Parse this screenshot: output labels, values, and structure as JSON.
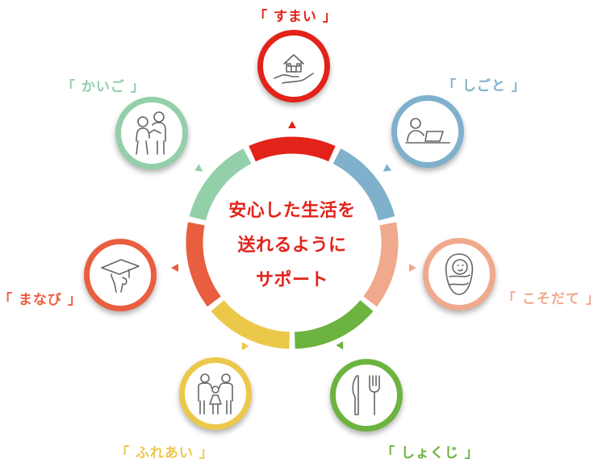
{
  "center": {
    "line1": "安心した生活を",
    "line2": "送れるように",
    "line3": "サポート"
  },
  "nodes": [
    {
      "key": "sumai",
      "label": "「 すまい 」",
      "color": "#e2231a",
      "icon": "house-hand-icon"
    },
    {
      "key": "shigoto",
      "label": "「 しごと 」",
      "color": "#7fb1cc",
      "icon": "laptop-worker-icon"
    },
    {
      "key": "kosodate",
      "label": "「 こそだて 」",
      "color": "#f0a98c",
      "icon": "baby-icon"
    },
    {
      "key": "shokuji",
      "label": "「 しょくじ 」",
      "color": "#6cb33f",
      "icon": "knife-fork-icon"
    },
    {
      "key": "fureai",
      "label": "「 ふれあい 」",
      "color": "#ecc84a",
      "icon": "family-icon"
    },
    {
      "key": "manabi",
      "label": "「 まなび 」",
      "color": "#e95e3f",
      "icon": "graduation-cap-icon"
    },
    {
      "key": "kaigo",
      "label": "「 かいご 」",
      "color": "#93cfa9",
      "icon": "elderly-care-icon"
    }
  ]
}
